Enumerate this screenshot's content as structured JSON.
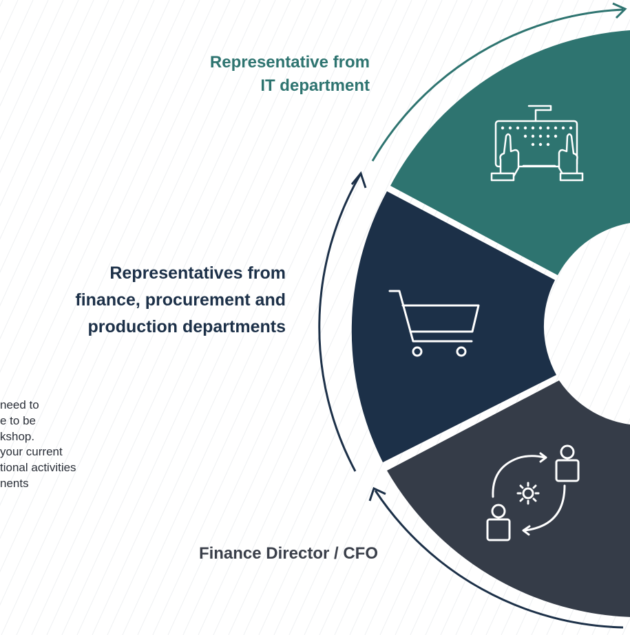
{
  "segments": [
    {
      "title_lines": [
        "Representative from",
        "IT department"
      ],
      "color": "#2e7470",
      "icon": "keyboard-hands-icon"
    },
    {
      "title_lines": [
        "Representatives from",
        "finance, procurement and",
        "production departments"
      ],
      "color": "#1c3048",
      "icon": "shopping-cart-icon"
    },
    {
      "title_lines": [
        "Finance Director / CFO"
      ],
      "color": "#353c48",
      "icon": "people-exchange-gear-icon"
    }
  ],
  "body_text_lines": [
    "need to",
    "e to be",
    "kshop.",
    "your current",
    "tional activities",
    "nents"
  ],
  "colors": {
    "arrow": "#1c3048",
    "arrow_top": "#2e7470",
    "background_hatch": "#eef0f2"
  }
}
